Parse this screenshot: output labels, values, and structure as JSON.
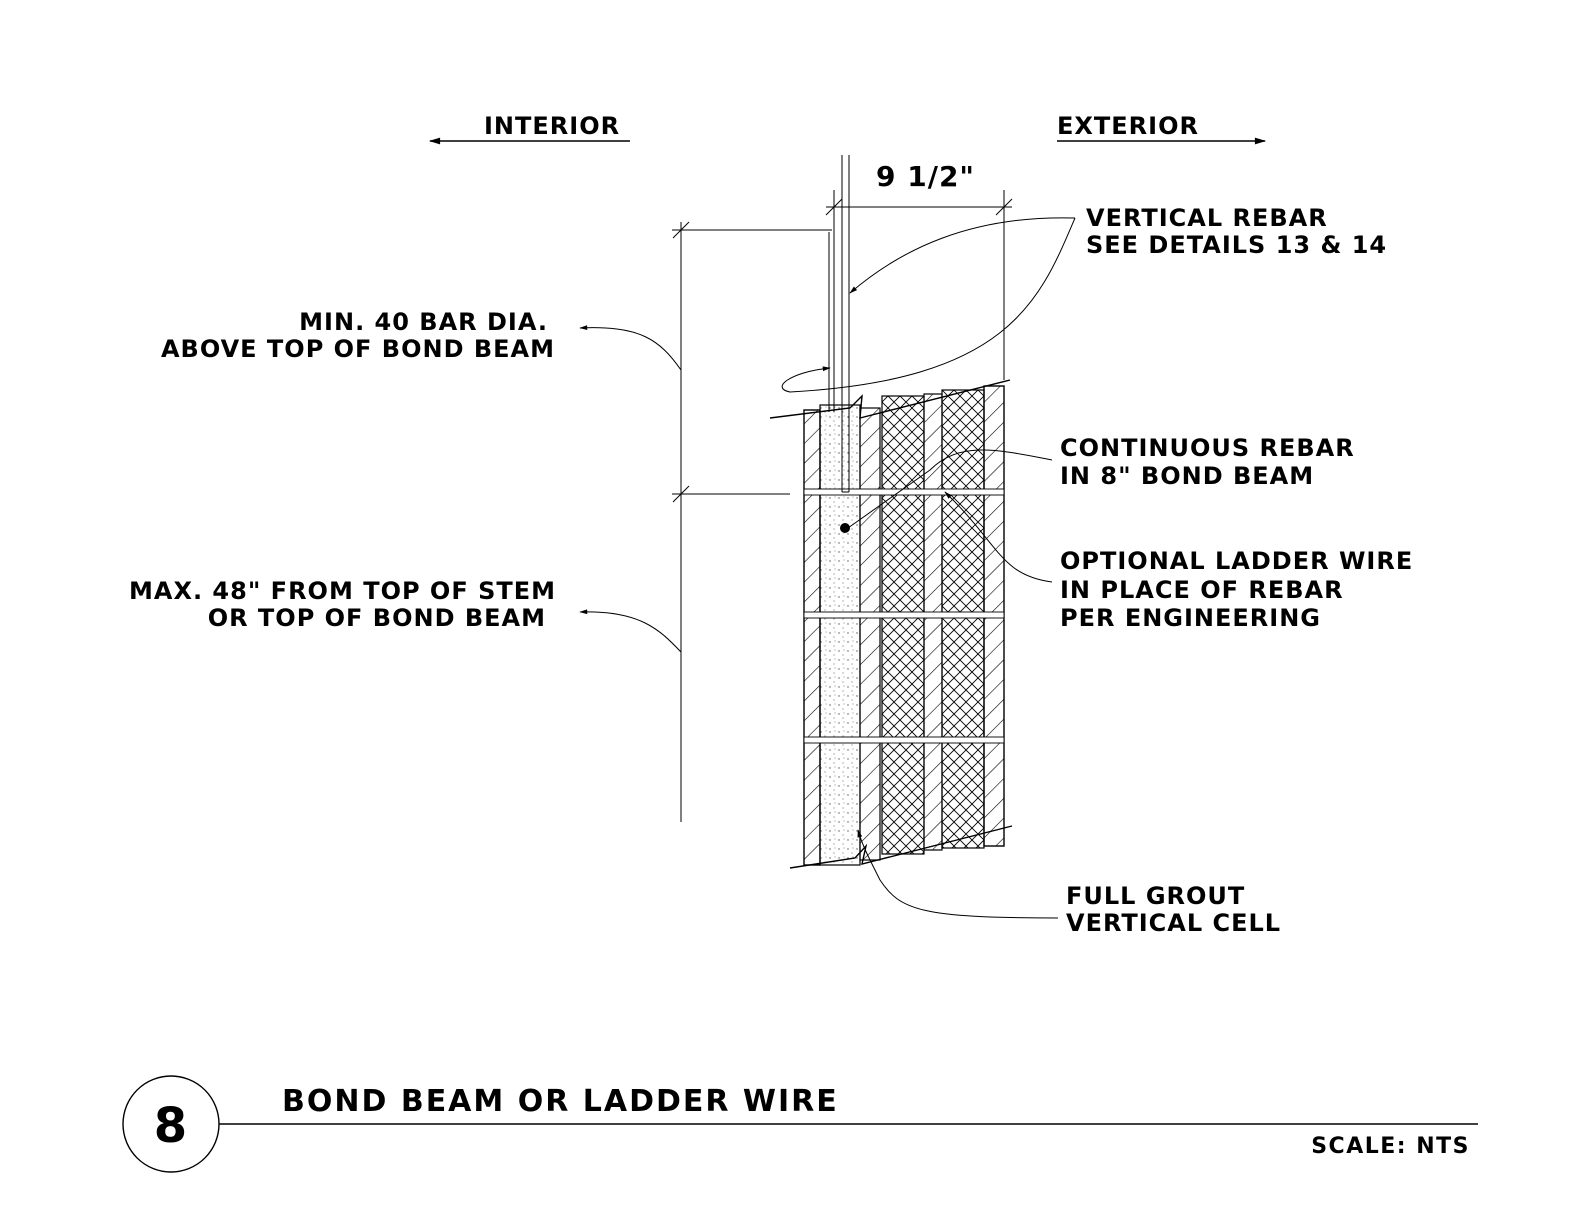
{
  "directions": {
    "interior": "INTERIOR",
    "exterior": "EXTERIOR"
  },
  "dimension": "9 1/2\"",
  "notes": {
    "vertical_rebar_1": "VERTICAL REBAR",
    "vertical_rebar_2": "SEE DETAILS 13 & 14",
    "min_bar_1": "MIN. 40 BAR DIA.",
    "min_bar_2": "ABOVE TOP OF BOND BEAM",
    "continuous_1": "CONTINUOUS REBAR",
    "continuous_2": "IN 8\" BOND BEAM",
    "ladder_1": "OPTIONAL LADDER WIRE",
    "ladder_2": "IN PLACE OF REBAR",
    "ladder_3": "PER ENGINEERING",
    "max_1": "MAX. 48\" FROM TOP OF STEM",
    "max_2": "OR TOP OF BOND BEAM",
    "grout_1": "FULL GROUT",
    "grout_2": "VERTICAL CELL"
  },
  "title_block": {
    "detail_number": "8",
    "title": "BOND BEAM OR LADDER WIRE",
    "scale": "SCALE: NTS"
  }
}
